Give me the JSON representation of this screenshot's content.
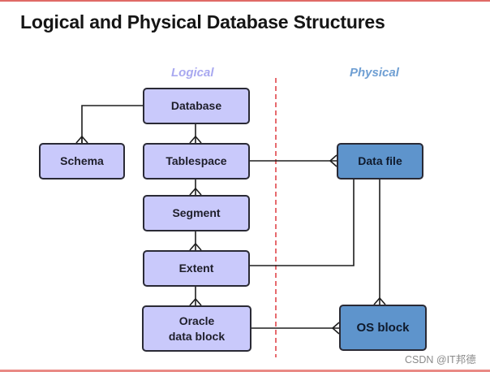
{
  "title": "Logical and Physical Database Structures",
  "columns": {
    "logical": "Logical",
    "physical": "Physical"
  },
  "colors": {
    "logical_fill": "#c9c9fb",
    "physical_fill": "#5e94cc",
    "divider": "#e0454a",
    "logical_label": "#a9a9f0",
    "physical_label": "#6f9fd3"
  },
  "nodes": {
    "database": "Database",
    "schema": "Schema",
    "tablespace": "Tablespace",
    "segment": "Segment",
    "extent": "Extent",
    "oracle_data_block": "Oracle data block",
    "data_file": "Data file",
    "os_block": "OS block"
  },
  "relationships": [
    {
      "from": "Database",
      "to": "Schema",
      "cardinality": "one-to-many"
    },
    {
      "from": "Database",
      "to": "Tablespace",
      "cardinality": "one-to-many"
    },
    {
      "from": "Tablespace",
      "to": "Segment",
      "cardinality": "one-to-many"
    },
    {
      "from": "Tablespace",
      "to": "Data file",
      "cardinality": "one-to-many"
    },
    {
      "from": "Segment",
      "to": "Extent",
      "cardinality": "one-to-many"
    },
    {
      "from": "Extent",
      "to": "Oracle data block",
      "cardinality": "one-to-many"
    },
    {
      "from": "Extent",
      "to": "Data file",
      "cardinality": "one-to-one"
    },
    {
      "from": "Data file",
      "to": "OS block",
      "cardinality": "one-to-many"
    },
    {
      "from": "Oracle data block",
      "to": "OS block",
      "cardinality": "one-to-many"
    }
  ],
  "watermark": "CSDN @IT邦德"
}
